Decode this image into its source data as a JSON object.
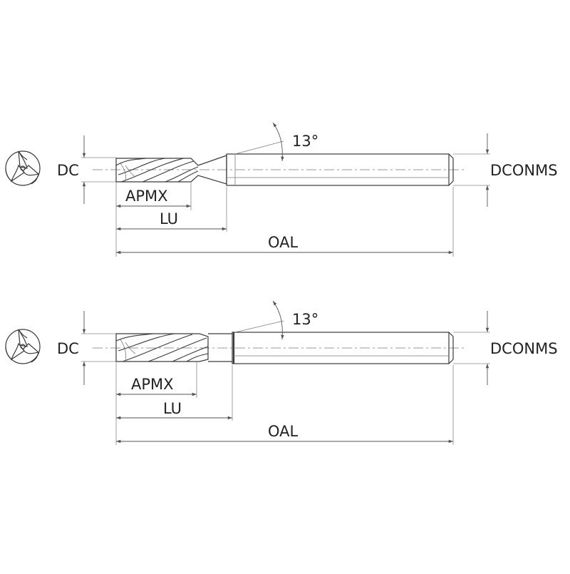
{
  "diagrams": [
    {
      "dc_label": "DC",
      "apmx_label": "APMX",
      "lu_label": "LU",
      "oal_label": "OAL",
      "dconms_label": "DCONMS",
      "angle_label": "13°"
    },
    {
      "dc_label": "DC",
      "apmx_label": "APMX",
      "lu_label": "LU",
      "oal_label": "OAL",
      "dconms_label": "DCONMS",
      "angle_label": "13°"
    }
  ]
}
